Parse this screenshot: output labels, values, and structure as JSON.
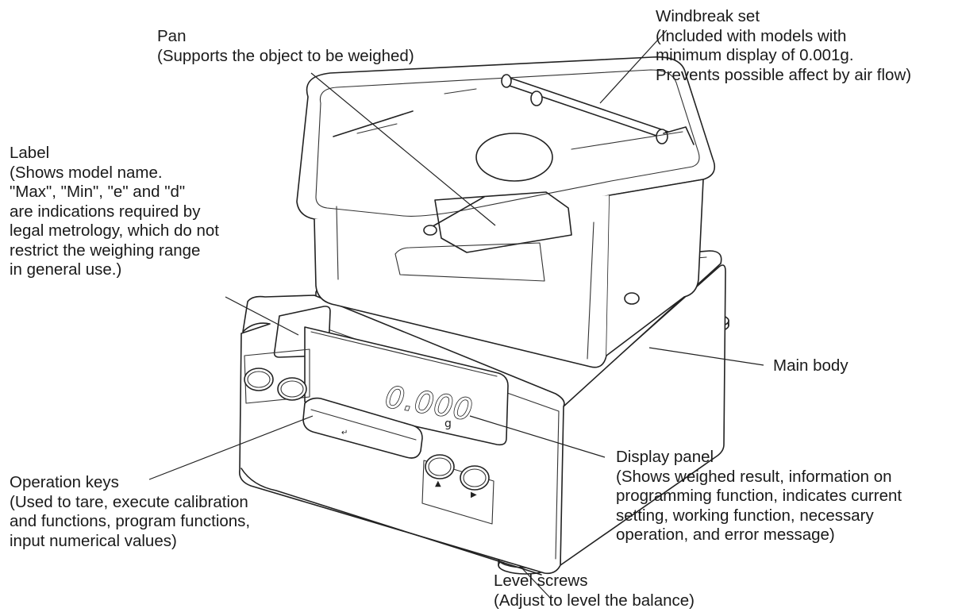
{
  "display": {
    "reading": "0.000",
    "unit": "g",
    "enter_key_symbol": "↵",
    "arrow_left_symbol": "▲",
    "arrow_right_symbol": "▶"
  },
  "labels": {
    "pan": {
      "title": "Pan",
      "description": "(Supports the object to be weighed)"
    },
    "windbreak": {
      "title": "Windbreak set",
      "lines": [
        "(Included with models with",
        "minimum display of 0.001g.",
        "Prevents possible affect by air flow)"
      ]
    },
    "label": {
      "title": "Label",
      "lines": [
        "(Shows model name.",
        "\"Max\", \"Min\", \"e\" and \"d\"",
        "are indications required by",
        "legal metrology, which do not",
        "restrict the weighing range",
        "in general use.)"
      ]
    },
    "main_body": {
      "title": "Main body"
    },
    "display_panel": {
      "title": "Display panel",
      "lines": [
        "(Shows weighed result, information on",
        "programming function, indicates current",
        "setting, working function, necessary",
        "operation, and error message)"
      ]
    },
    "operation_keys": {
      "title": "Operation keys",
      "lines": [
        "(Used to tare, execute calibration",
        "and functions, program functions,",
        "input numerical values)"
      ]
    },
    "level_screws": {
      "title": "Level screws",
      "description": "(Adjust to level the balance)"
    }
  }
}
